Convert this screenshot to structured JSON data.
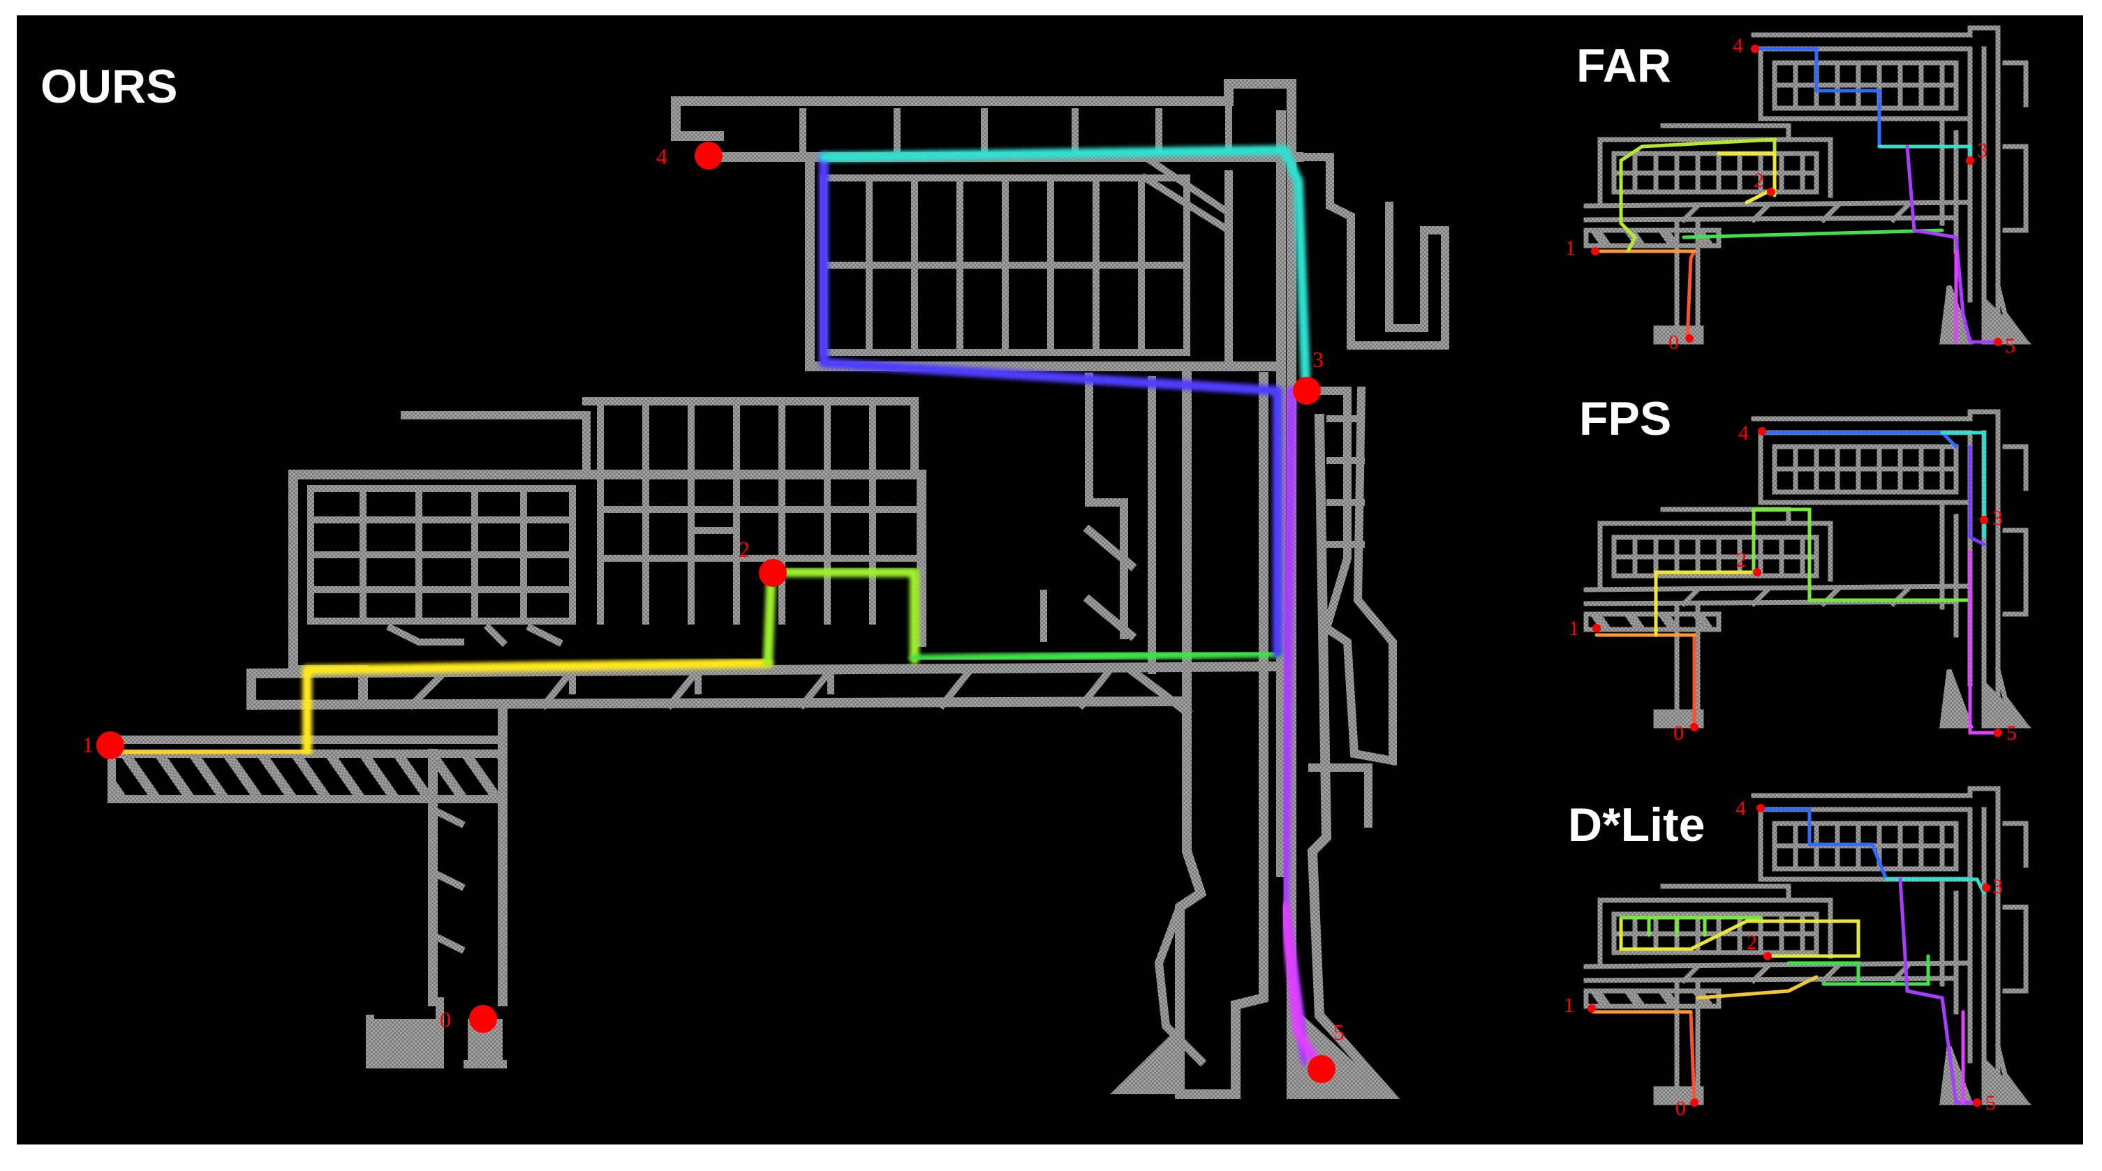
{
  "panels": [
    {
      "id": "main",
      "title": "OURS"
    },
    {
      "id": "far",
      "title": "FAR"
    },
    {
      "id": "fps",
      "title": "FPS"
    },
    {
      "id": "dlite",
      "title": "D*Lite"
    }
  ],
  "waypoint_labels": [
    "0",
    "1",
    "2",
    "3",
    "4",
    "5"
  ],
  "colors": {
    "background": "#000000",
    "map": "#8a8a8a",
    "waypoint": "#ff0000",
    "label": "#ff0000",
    "path_gradient": [
      "#ff3b1f",
      "#ff8a1f",
      "#ffe81f",
      "#4ef03a",
      "#2fe0d0",
      "#2f6cff",
      "#7a3cff",
      "#e040ff"
    ]
  }
}
